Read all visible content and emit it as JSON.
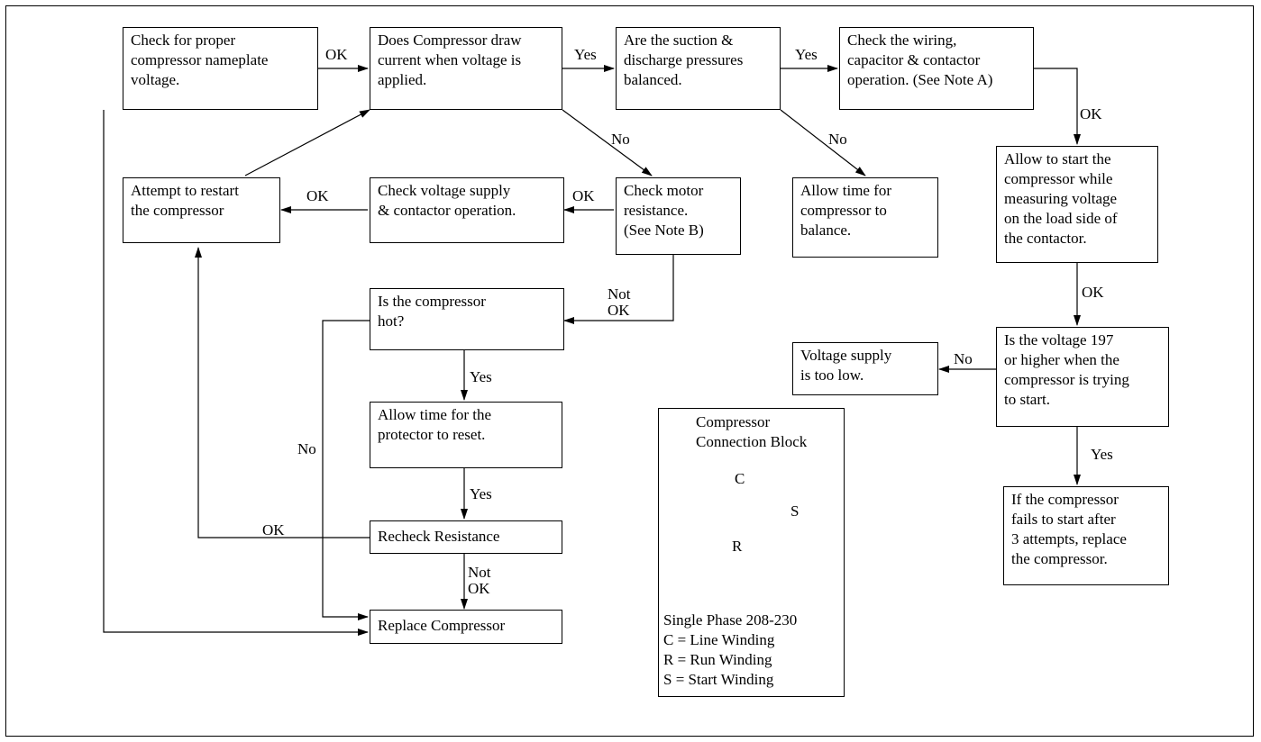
{
  "boxes": {
    "check_voltage": "Check for proper\ncompressor nameplate\nvoltage.",
    "draw_current": "Does Compressor draw\ncurrent when voltage is\napplied.",
    "pressures_balanced": "Are the suction &\ndischarge pressures\nbalanced.",
    "check_wiring": "Check the wiring,\ncapacitor & contactor\noperation. (See Note A)",
    "attempt_restart": "Attempt to restart\nthe compressor",
    "check_supply": "Check voltage supply\n& contactor operation.",
    "check_motor": "Check motor\nresistance.\n(See Note B)",
    "allow_balance": "Allow time for\ncompressor to\nbalance.",
    "allow_start": "Allow to start the\ncompressor while\nmeasuring voltage\non the load side of\nthe contactor.",
    "is_hot": "Is the compressor\nhot?",
    "protector_reset": "Allow time for the\nprotector to reset.",
    "recheck": "Recheck Resistance",
    "replace": "Replace Compressor",
    "voltage_low": "Voltage supply\nis too low.",
    "voltage_197": "Is the voltage 197\nor higher when the\ncompressor is trying\nto start.",
    "fails_start": "If the compressor\nfails to start after\n3 attempts, replace\nthe compressor."
  },
  "labels": {
    "ok_1": "OK",
    "yes_1": "Yes",
    "yes_2": "Yes",
    "ok_right": "OK",
    "no_draw": "No",
    "no_balance": "No",
    "ok_restart": "OK",
    "ok_motor": "OK",
    "notok_motor": "Not\nOK",
    "ok_allow": "OK",
    "no_voltage": "No",
    "yes_hot": "Yes",
    "no_hot": "No",
    "yes_reset": "Yes",
    "ok_recheck": "OK",
    "notok_recheck": "Not\nOK",
    "yes_voltage": "Yes"
  },
  "connection_block": {
    "title": "Compressor\nConnection Block",
    "terminal_c": "C",
    "terminal_s": "S",
    "terminal_r": "R",
    "legend": "Single Phase 208-230\nC = Line Winding\nR = Run Winding\nS = Start Winding"
  }
}
